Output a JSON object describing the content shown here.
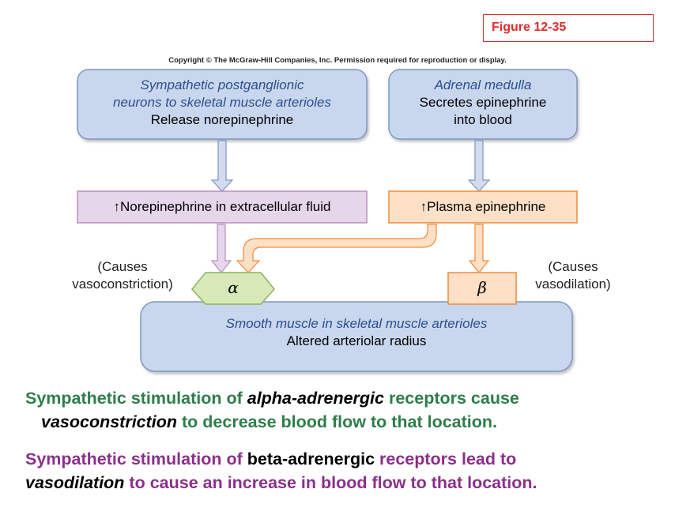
{
  "figure_label": "Figure 12-35",
  "copyright": "Copyright © The McGraw-Hill Companies, Inc. Permission required for reproduction or display.",
  "boxes": {
    "sympathetic": {
      "line1": "Sympathetic postganglionic",
      "line2": "neurons to skeletal muscle arterioles",
      "line3": "Release norepinephrine"
    },
    "adrenal": {
      "line1": "Adrenal medulla",
      "line2": "Secretes epinephrine",
      "line3": "into blood"
    },
    "norepinephrine_ecf": "↑Norepinephrine in extracellular fluid",
    "plasma_epinephrine": "↑Plasma epinephrine",
    "alpha": "α",
    "beta": "β",
    "smooth_muscle": {
      "line1": "Smooth muscle in skeletal muscle arterioles",
      "line2": "Altered arteriolar radius"
    }
  },
  "annotations": {
    "left_line1": "(Causes",
    "left_line2": "vasoconstriction)",
    "right_line1": "(Causes",
    "right_line2": "vasodilation)"
  },
  "paragraphs": {
    "p1": {
      "a": "Sympathetic stimulation of ",
      "b": "alpha-adrenergic",
      "c": " receptors cause",
      "d": "vasoconstriction",
      "e": " to decrease blood flow to that location."
    },
    "p2": {
      "a": "Sympathetic stimulation of ",
      "b": "beta-adrenergic",
      "c": " receptors lead to",
      "d": "vasodilation",
      "e": " to cause an increase in blood flow to that location."
    }
  },
  "colors": {
    "blue_box_fill": "#c9d7ee",
    "blue_box_stroke": "#7d95c4",
    "purple_box_fill": "#e6d6ea",
    "orange_box_fill": "#fde0c6",
    "orange_stroke": "#f08a3c",
    "alpha_fill": "#d7e9b8",
    "green_text": "#2e7d4a",
    "purple_text": "#8b2f8b",
    "figure_red": "#e32b2b"
  }
}
